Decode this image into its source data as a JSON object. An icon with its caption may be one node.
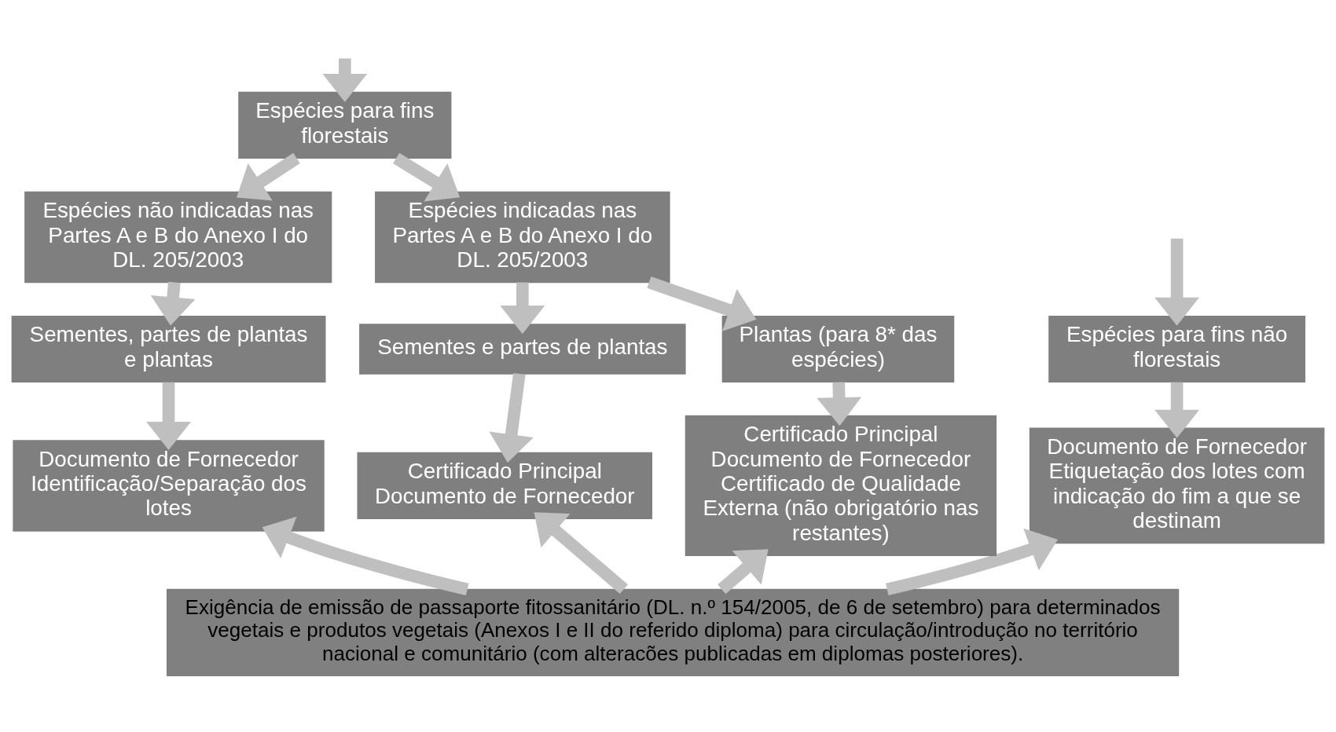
{
  "diagram": {
    "nodes": [
      {
        "text": [
          "Espécies para fins não florestais"
        ]
      },
      {
        "text": [
          "Documento de Fornecedor",
          "Etiquetação dos lotes com indicação do fim a que se destinam"
        ]
      },
      {
        "text": [
          "Espécies para fins florestais"
        ]
      },
      {
        "text": [
          "Espécies não indicadas nas Partes A e B do Anexo I do DL. 205/2003"
        ]
      },
      {
        "text": [
          "Espécies indicadas nas Partes A e B do Anexo I do DL. 205/2003"
        ]
      },
      {
        "text": [
          "Sementes, partes de plantas e plantas"
        ]
      },
      {
        "text": [
          "Sementes e partes de plantas"
        ]
      },
      {
        "text": [
          "Plantas (para 8* das espécies)"
        ]
      },
      {
        "text": [
          "Documento de Fornecedor",
          "Identificação/Separação dos lotes"
        ]
      },
      {
        "text": [
          "Certificado Principal",
          "Documento de Fornecedor"
        ]
      },
      {
        "text": [
          "Certificado Principal",
          "Documento de Fornecedor",
          "Certificado de Qualidade Externa (não obrigatório nas restantes)"
        ]
      },
      {
        "text": [
          "Exigência de emissão de passaporte fitossanitário (DL. n.º 154/2005, de 6 de setembro) para determinados vegetais e produtos vegetais (Anexos I e II do referido diploma) para circulação/introdução no território nacional e comunitário (com alteracões publicadas em diplomas posteriores)."
        ]
      }
    ],
    "edges": [
      {
        "from": null,
        "to": 0,
        "arrow": "to"
      },
      {
        "from": null,
        "to": 2,
        "arrow": "to"
      },
      {
        "from": 0,
        "to": 1,
        "arrow": "to"
      },
      {
        "from": 2,
        "to": 3,
        "arrow": "to"
      },
      {
        "from": 2,
        "to": 4,
        "arrow": "to"
      },
      {
        "from": 3,
        "to": 5,
        "arrow": "to"
      },
      {
        "from": 4,
        "to": 6,
        "arrow": "to"
      },
      {
        "from": 4,
        "to": 7,
        "arrow": "to"
      },
      {
        "from": 5,
        "to": 8,
        "arrow": "to"
      },
      {
        "from": 6,
        "to": 9,
        "arrow": "to"
      },
      {
        "from": 7,
        "to": 10,
        "arrow": "to"
      },
      {
        "from": 11,
        "to": 1,
        "arrow": "to"
      },
      {
        "from": 11,
        "to": 8,
        "arrow": "to"
      },
      {
        "from": 11,
        "to": 9,
        "arrow": "to"
      },
      {
        "from": 11,
        "to": 10,
        "arrow": "to"
      }
    ]
  }
}
